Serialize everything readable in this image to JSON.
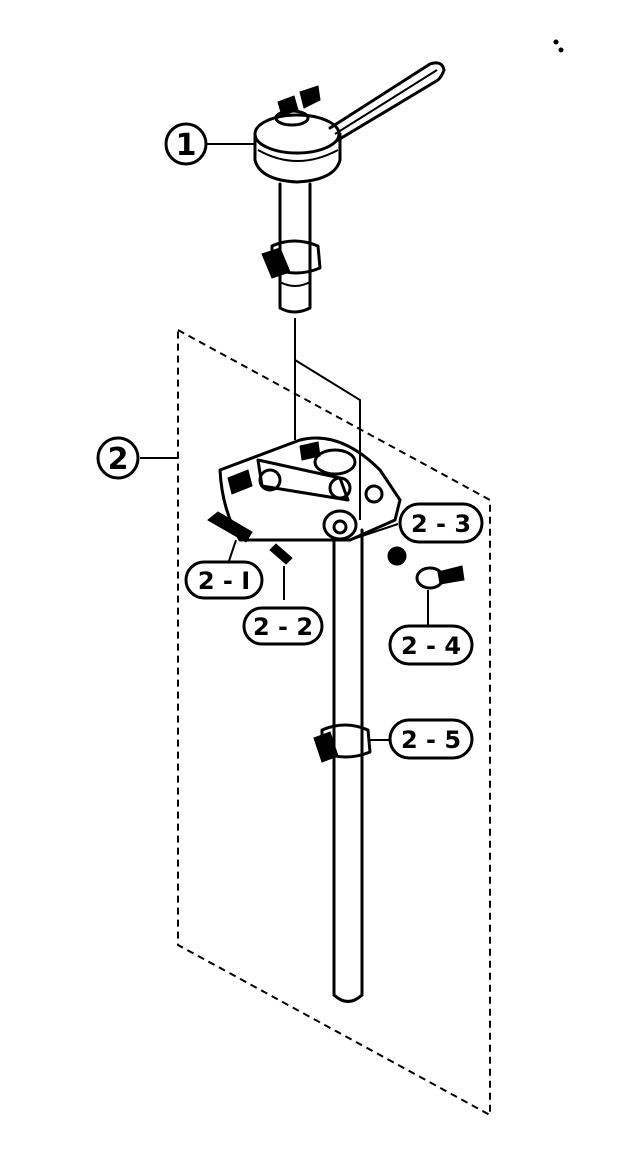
{
  "callouts": {
    "part_1": "1",
    "part_2": "2",
    "part_2_1": "2 - I",
    "part_2_2": "2 - 2",
    "part_2_3": "2 - 3",
    "part_2_4": "2 - 4",
    "part_2_5": "2 - 5"
  }
}
